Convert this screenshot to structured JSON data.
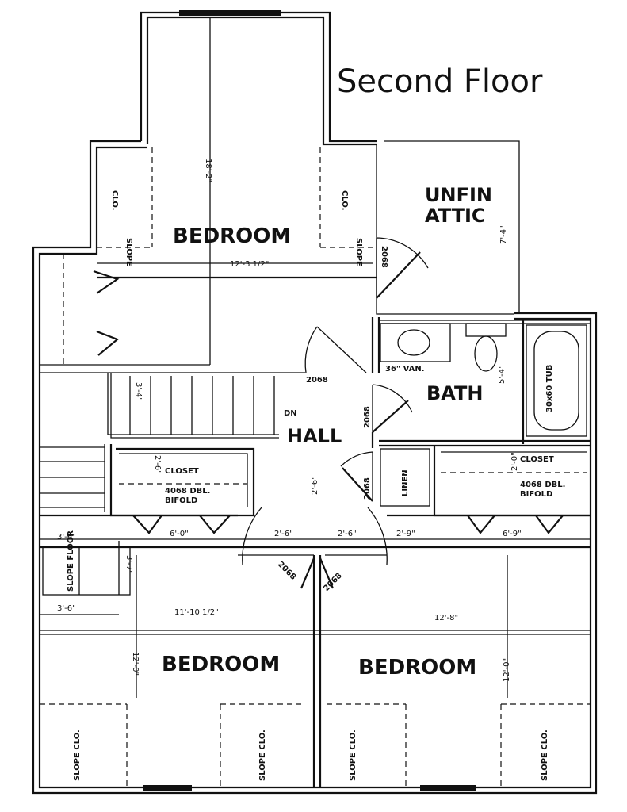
{
  "title": "Second Floor",
  "rooms": {
    "top_bedroom": "BEDROOM",
    "bottom_left_bedroom": "BEDROOM",
    "bottom_right_bedroom": "BEDROOM",
    "hall": "HALL",
    "bath": "BATH",
    "attic_line1": "UNFIN",
    "attic_line2": "ATTIC"
  },
  "closets": {
    "left_label": "CLOSET",
    "left_door_line1": "4068 DBL.",
    "left_door_line2": "BIFOLD",
    "right_label": "CLOSET",
    "right_door_line1": "4068 DBL.",
    "right_door_line2": "BIFOLD",
    "linen": "LINEN"
  },
  "fixtures": {
    "vanity": "36\" VAN.",
    "tub": "30x60 TUB"
  },
  "labels": {
    "dn": "DN",
    "slope_clo": "SLOPE CLO.",
    "slope": "SLOPE",
    "clo": "CLO.",
    "slope_floor": "SLOPE FLOOR"
  },
  "doors": {
    "hall_top": "2068",
    "hall_mid": "2068",
    "linen": "2068",
    "bottom_left": "2068",
    "bottom_right": "2068",
    "attic": "2068"
  },
  "dimensions": {
    "top_bedroom_height": "18'-2\"",
    "top_bedroom_width": "12'-3 1/2\"",
    "attic_height": "7'-4\"",
    "stair_width": "3'-4\"",
    "bath_height": "5'-4\"",
    "hall_closet_depth": "2'-6\"",
    "hall_vertical": "2'-6\"",
    "right_closet_depth": "2'-0\"",
    "seg_1": "6'-0\"",
    "seg_2": "2'-6\"",
    "seg_3": "2'-6\"",
    "seg_4": "2'-9\"",
    "seg_5": "6'-9\"",
    "slope_floor_top": "3'-6\"",
    "slope_floor_bottom": "3'-6\"",
    "slope_floor_vertical": "3'-7\"",
    "left_bedroom_width": "11'-10 1/2\"",
    "right_bedroom_width": "12'-8\"",
    "left_bedroom_height": "12'-0\"",
    "right_bedroom_height": "12'-0\""
  }
}
